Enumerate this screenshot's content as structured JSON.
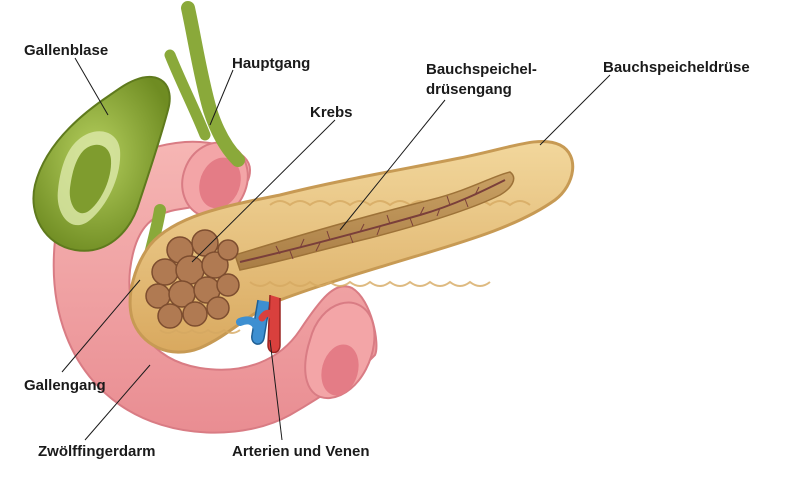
{
  "labels": {
    "gallbladder": "Gallenblase",
    "main_duct": "Hauptgang",
    "cancer": "Krebs",
    "pancreatic_duct_line1": "Bauchspeichel-",
    "pancreatic_duct_line2": "drüsengang",
    "pancreas": "Bauchspeicheldrüse",
    "bile_duct": "Gallengang",
    "duodenum": "Zwölffingerdarm",
    "vessels": "Arterien und Venen"
  },
  "colors": {
    "gallbladder": "#8aa93a",
    "duodenum": "#f3a5a7",
    "pancreas": "#e6c07e",
    "tumor": "#b07a52",
    "artery": "#d9403d",
    "vein": "#3d8fd1"
  }
}
